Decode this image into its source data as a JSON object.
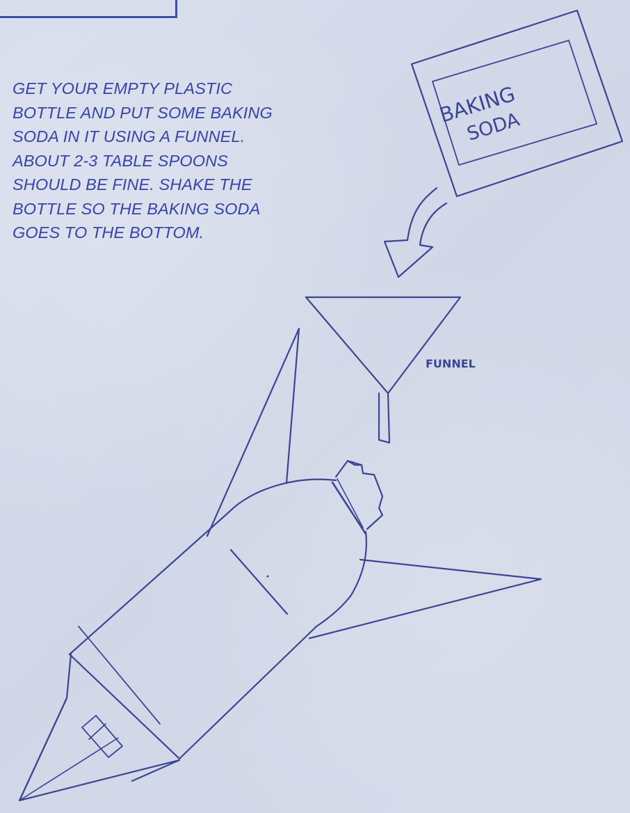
{
  "instructions": {
    "lines": [
      "GET YOUR EMPTY PLASTIC",
      "BOTTLE AND PUT SOME BAKING",
      "SODA IN IT USING A FUNNEL.",
      "ABOUT 2-3 TABLE SPOONS",
      "SHOULD BE FINE. SHAKE THE",
      "BOTTLE SO THE BAKING SODA",
      "GOES TO THE BOTTOM."
    ]
  },
  "box_label": {
    "line1": "BAKING",
    "line2": "SODA"
  },
  "funnel_label": "FUNNEL",
  "colors": {
    "paper": "#d4dae9",
    "ink": "#3844a8",
    "pencil": "#3a4694"
  }
}
